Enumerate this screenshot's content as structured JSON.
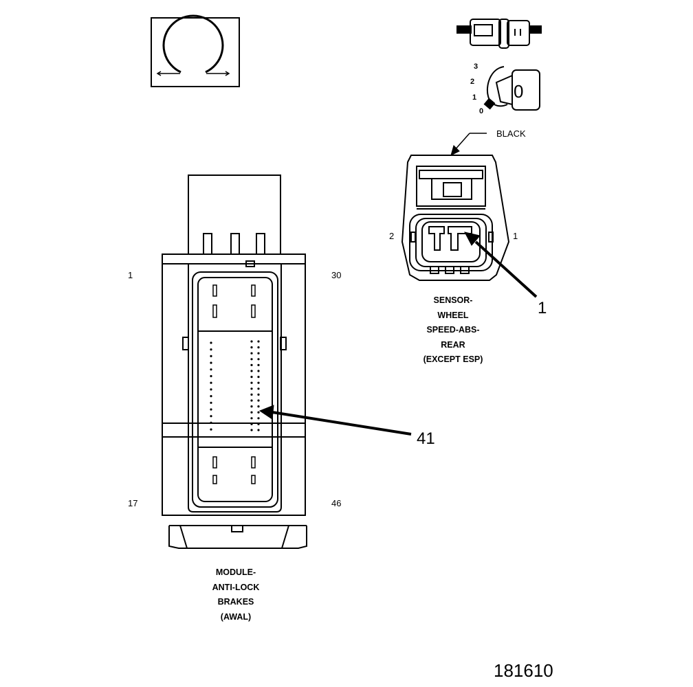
{
  "module": {
    "pin_labels": {
      "top_left": "1",
      "top_right": "30",
      "bottom_left": "17",
      "bottom_right": "46"
    },
    "caption_lines": [
      "MODULE-",
      "ANTI-LOCK",
      "BRAKES",
      "(AWAL)"
    ],
    "callout": "41"
  },
  "sensor": {
    "color_label": "BLACK",
    "pin_labels": {
      "left": "2",
      "right": "1"
    },
    "caption_lines": [
      "SENSOR-",
      "WHEEL",
      "SPEED-ABS-",
      "REAR",
      "(EXCEPT ESP)"
    ],
    "callout": "1"
  },
  "lock_dial": {
    "positions": [
      "3",
      "2",
      "1",
      "0"
    ],
    "key_label": "0"
  },
  "figure_number": "181610"
}
